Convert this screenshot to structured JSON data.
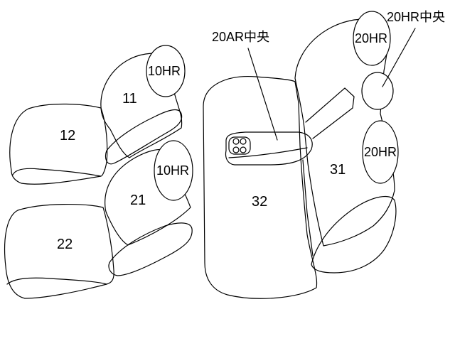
{
  "seats": {
    "s11": "11",
    "s12": "12",
    "s21": "21",
    "s22": "22",
    "s31": "31",
    "s32": "32"
  },
  "headrests": {
    "hr1": "10HR",
    "hr2": "10HR",
    "hr3": "20HR",
    "hr4": "20HR"
  },
  "callouts": {
    "armrest_center": "20AR中央",
    "headrest_center": "20HR中央"
  }
}
